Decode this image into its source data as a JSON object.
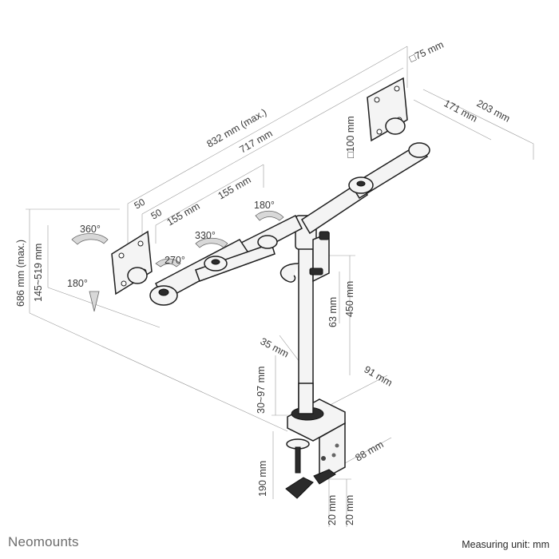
{
  "brand": {
    "name": "Neomounts"
  },
  "footer": {
    "measuring_unit": "Measuring unit: mm"
  },
  "dimensions": {
    "vesa_max": "□75 mm",
    "vesa_min": "□100 mm",
    "total_width_max": "832 mm (max.)",
    "total_width": "717 mm",
    "depth_203": "203 mm",
    "depth_171": "171 mm",
    "offset_50_a": "50",
    "offset_50_b": "50",
    "arm_segment_1": "155 mm",
    "arm_segment_2": "155 mm",
    "pole_height_max": "686 mm (max.)",
    "height_range": "145~519 mm",
    "pole_450": "450 mm",
    "bracket_63": "63 mm",
    "pole_diameter": "35 mm",
    "base_91": "91 mm",
    "desk_thickness": "30~97 mm",
    "clamp_88": "88 mm",
    "clamp_190": "190 mm",
    "foot_20_a": "20 mm",
    "foot_20_b": "20 mm"
  },
  "rotations": {
    "swivel_360": "360°",
    "rotate_330": "330°",
    "rotate_270": "270°",
    "tilt_180_left": "180°",
    "tilt_180_top": "180°"
  }
}
